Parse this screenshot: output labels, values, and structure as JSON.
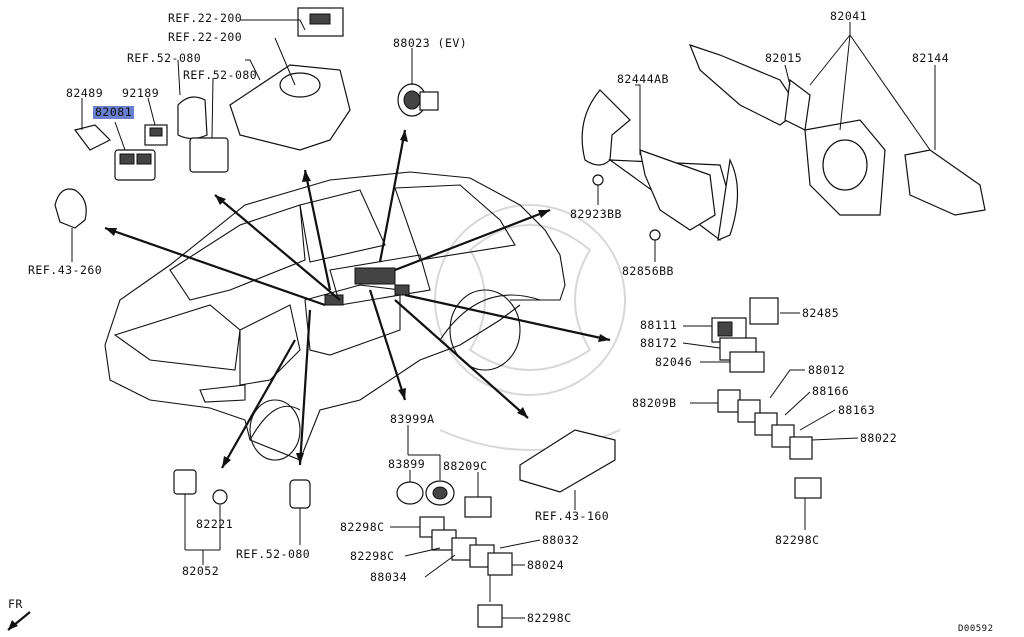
{
  "labels": {
    "ref22_200_a": "REF.22-200",
    "ref22_200_b": "REF.22-200",
    "ref52_080_a": "REF.52-080",
    "ref52_080_b": "REF.52-080",
    "ref52_080_c": "REF.52-080",
    "p82489": "82489",
    "p92189": "92189",
    "p82081": "82081",
    "p88023": "88023 (EV)",
    "p82041": "82041",
    "p82015": "82015",
    "p82144": "82144",
    "p82444ab": "82444AB",
    "p82923bb": "82923BB",
    "p82856bb": "82856BB",
    "ref43_260": "REF.43-260",
    "p82485": "82485",
    "p88111": "88111",
    "p88172": "88172",
    "p82046": "82046",
    "p88012": "88012",
    "p88166": "88166",
    "p88209b": "88209B",
    "p88163": "88163",
    "p88022": "88022",
    "p83999a": "83999A",
    "p83899": "83899",
    "p88209c": "88209C",
    "ref43_160": "REF.43-160",
    "p82298c_a": "82298C",
    "p82298c_b": "82298C",
    "p82298c_c": "82298C",
    "p82298c_d": "82298C",
    "p88032": "88032",
    "p88034": "88034",
    "p88024": "88024",
    "p82221": "82221",
    "p82052": "82052",
    "fr": "FR",
    "code": "D00592"
  },
  "highlight_color": "#6b7fd0"
}
